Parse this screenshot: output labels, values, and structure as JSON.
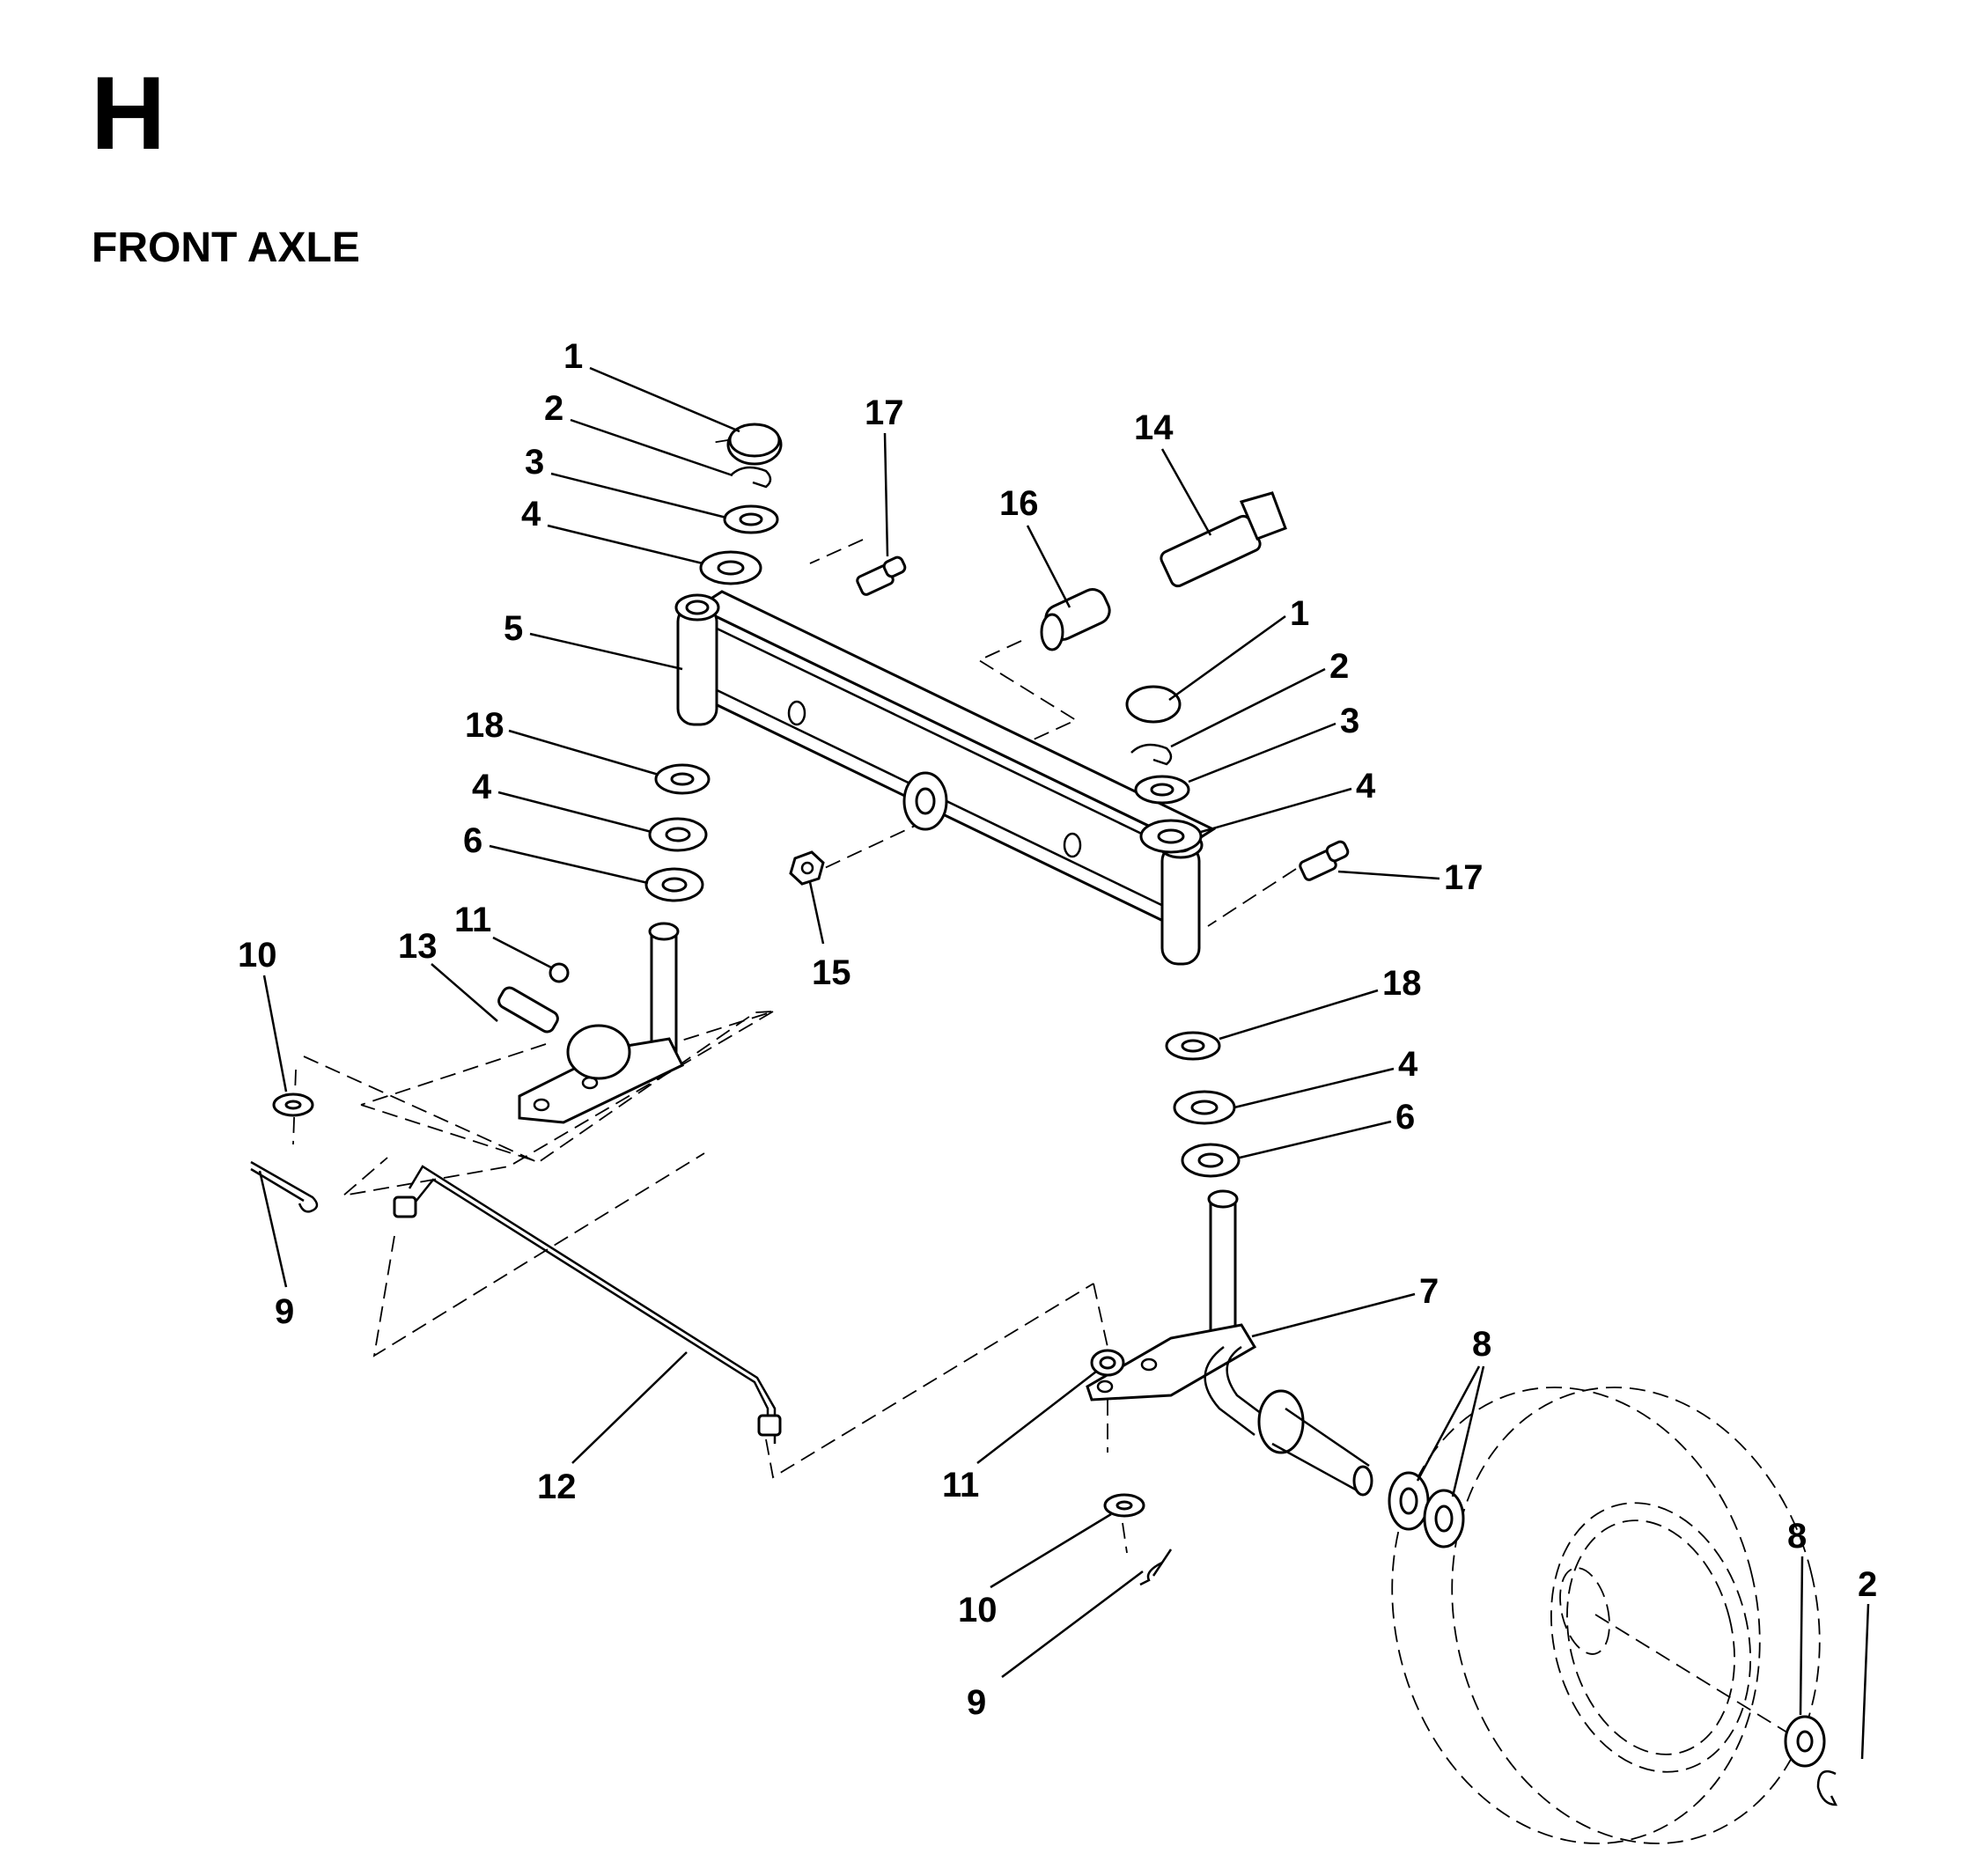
{
  "section": {
    "letter": "H",
    "title": "FRONT AXLE"
  },
  "callouts": {
    "c1": "1",
    "c2": "2",
    "c3": "3",
    "c4": "4",
    "c5": "5",
    "c6": "6",
    "c7": "7",
    "c8": "8",
    "c9": "9",
    "c10": "10",
    "c11": "11",
    "c12": "12",
    "c13": "13",
    "c14": "14",
    "c15": "15",
    "c16": "16",
    "c17": "17",
    "c18": "18"
  }
}
